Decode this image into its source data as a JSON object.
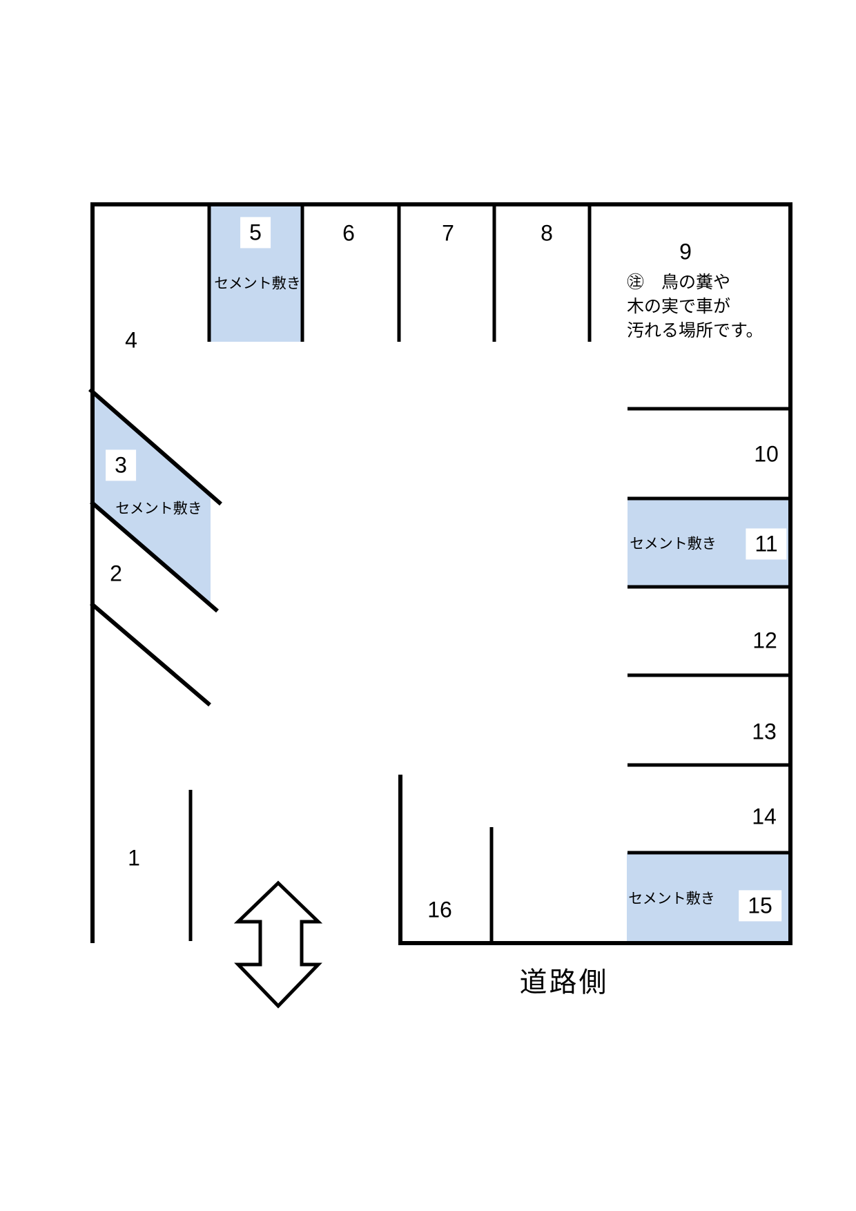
{
  "diagram_type": "parking-lot-layout",
  "colors": {
    "cement_area_fill": "#c6d9f0",
    "line": "#000000",
    "label_box_bg": "#ffffff",
    "background": "#ffffff"
  },
  "space_labels": {
    "s1": "1",
    "s2": "2",
    "s3": "3",
    "s4": "4",
    "s5": "5",
    "s6": "6",
    "s7": "7",
    "s8": "8",
    "s9": "9",
    "s10": "10",
    "s11": "11",
    "s12": "12",
    "s13": "13",
    "s14": "14",
    "s15": "15",
    "s16": "16"
  },
  "cement_label": "セメント敷き",
  "note": {
    "line1": "㊟　鳥の糞や",
    "line2": "木の実で車が",
    "line3": "汚れる場所です。"
  },
  "road_side_label": "道路側"
}
